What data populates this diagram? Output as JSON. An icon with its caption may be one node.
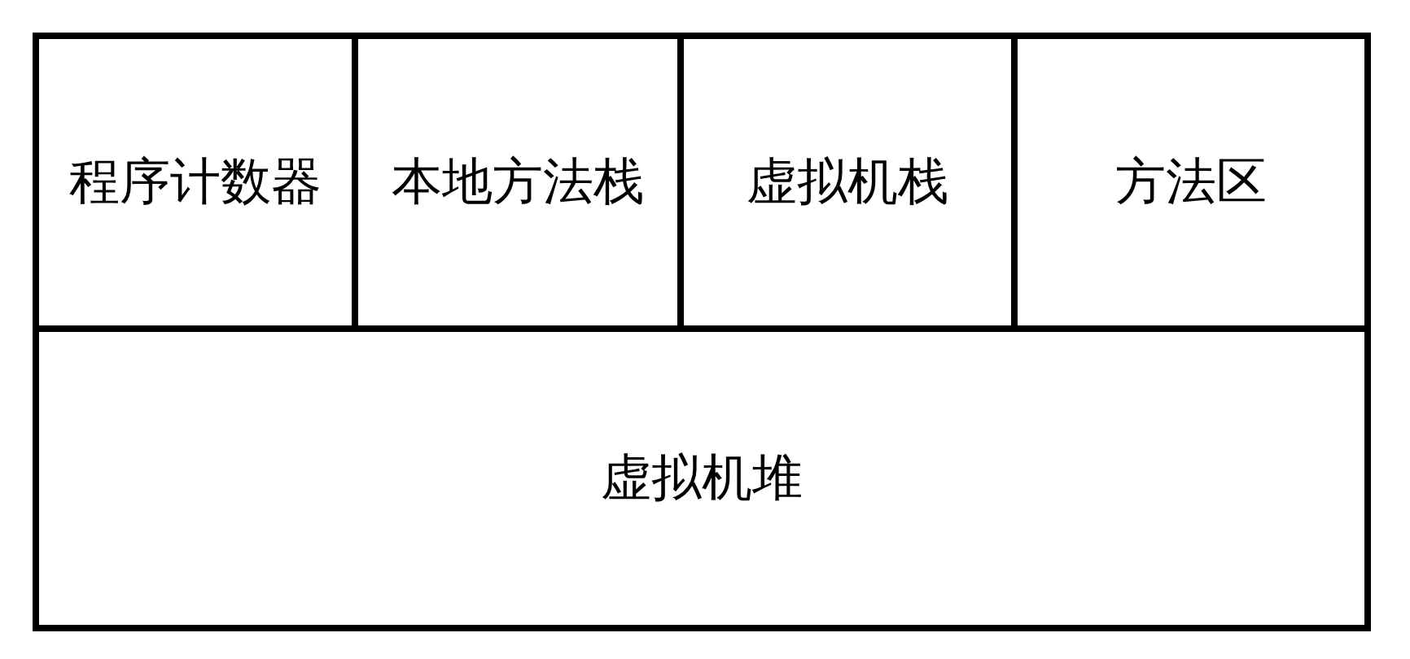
{
  "diagram": {
    "nodes": [
      {
        "text": [
          "程序计数器"
        ]
      },
      {
        "text": [
          "本地方法栈"
        ]
      },
      {
        "text": [
          "虚拟机栈"
        ]
      },
      {
        "text": [
          "方法区"
        ]
      },
      {
        "text": [
          "虚拟机堆"
        ]
      }
    ]
  }
}
